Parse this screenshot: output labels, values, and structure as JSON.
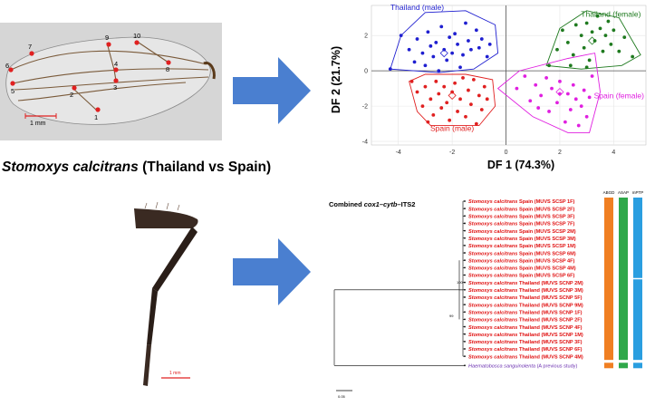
{
  "figure": {
    "title_species": "Stomoxys calcitrans",
    "title_comparison": "(Thailand vs Spain)"
  },
  "wing": {
    "landmarks": [
      "1",
      "2",
      "3",
      "4",
      "5",
      "6",
      "7",
      "8",
      "9",
      "10"
    ],
    "scale_label": "1 mm"
  },
  "leg": {
    "scale_label": "1 mm"
  },
  "colors": {
    "thailand_male": "#1f1fd0",
    "thailand_female": "#1f7a1f",
    "spain_male": "#e02020",
    "spain_female": "#e020e0",
    "arrow": "#4a7fd0",
    "abgd": "#f07f22",
    "asap": "#2fa84a",
    "mptp": "#2a9ee0",
    "tree_label": "#e01010",
    "outgroup_label": "#6a2fb0"
  },
  "chart_data": {
    "type": "scatter",
    "xlabel": "DF 1 (74.3%)",
    "ylabel": "DF 2 (21.7%)",
    "xlim": [
      -5,
      5.2
    ],
    "ylim": [
      -4.2,
      3.7
    ],
    "xticks": [
      -4,
      -2,
      0,
      2,
      4
    ],
    "yticks": [
      -4,
      -2,
      0,
      2
    ],
    "series": [
      {
        "name": "Thailand (male)",
        "color": "#1f1fd0",
        "points": [
          [
            -4.3,
            0.1
          ],
          [
            -3.9,
            2.0
          ],
          [
            -3.6,
            1.2
          ],
          [
            -3.4,
            0.5
          ],
          [
            -3.3,
            1.8
          ],
          [
            -3.1,
            1.0
          ],
          [
            -3.0,
            0.3
          ],
          [
            -2.9,
            2.2
          ],
          [
            -2.8,
            1.4
          ],
          [
            -2.7,
            0.8
          ],
          [
            -2.6,
            1.6
          ],
          [
            -2.4,
            2.5
          ],
          [
            -2.3,
            1.2
          ],
          [
            -2.2,
            0.6
          ],
          [
            -2.1,
            1.9
          ],
          [
            -2.0,
            1.0
          ],
          [
            -1.9,
            2.1
          ],
          [
            -1.8,
            1.5
          ],
          [
            -1.6,
            0.9
          ],
          [
            -1.5,
            2.7
          ],
          [
            -1.4,
            1.7
          ],
          [
            -1.3,
            1.2
          ],
          [
            -1.1,
            2.3
          ],
          [
            -1.0,
            1.3
          ],
          [
            -0.9,
            1.8
          ],
          [
            -0.7,
            0.8
          ],
          [
            -0.6,
            1.5
          ],
          [
            -2.5,
            0.0
          ],
          [
            -1.7,
            0.2
          ]
        ],
        "centroid": [
          -2.3,
          1.0
        ],
        "hull": [
          [
            -4.3,
            0.1
          ],
          [
            -3.9,
            2.0
          ],
          [
            -3.0,
            3.3
          ],
          [
            -1.5,
            3.4
          ],
          [
            -0.4,
            2.6
          ],
          [
            -0.3,
            1.0
          ],
          [
            -1.2,
            0.1
          ],
          [
            -2.5,
            -0.1
          ]
        ]
      },
      {
        "name": "Thailand (female)",
        "color": "#1f7a1f",
        "points": [
          [
            1.6,
            0.3
          ],
          [
            1.9,
            1.2
          ],
          [
            2.1,
            2.3
          ],
          [
            2.3,
            1.6
          ],
          [
            2.5,
            0.9
          ],
          [
            2.6,
            2.6
          ],
          [
            2.8,
            2.0
          ],
          [
            2.9,
            1.3
          ],
          [
            3.0,
            2.7
          ],
          [
            3.1,
            0.6
          ],
          [
            3.2,
            2.2
          ],
          [
            3.3,
            1.7
          ],
          [
            3.4,
            3.1
          ],
          [
            3.5,
            2.4
          ],
          [
            3.6,
            1.1
          ],
          [
            3.7,
            2.0
          ],
          [
            3.8,
            2.8
          ],
          [
            3.9,
            1.5
          ],
          [
            4.0,
            2.3
          ],
          [
            4.2,
            1.1
          ],
          [
            4.4,
            1.9
          ],
          [
            4.7,
            0.8
          ],
          [
            2.4,
            0.3
          ],
          [
            3.0,
            0.2
          ]
        ],
        "centroid": [
          3.2,
          1.7
        ],
        "hull": [
          [
            1.5,
            0.3
          ],
          [
            2.0,
            2.4
          ],
          [
            3.0,
            3.4
          ],
          [
            4.2,
            3.0
          ],
          [
            5.0,
            0.9
          ],
          [
            4.3,
            0.3
          ],
          [
            2.8,
            0.1
          ]
        ]
      },
      {
        "name": "Spain (male)",
        "color": "#e02020",
        "points": [
          [
            -3.5,
            -0.6
          ],
          [
            -3.3,
            -1.2
          ],
          [
            -3.1,
            -2.0
          ],
          [
            -3.0,
            -0.9
          ],
          [
            -2.8,
            -1.6
          ],
          [
            -2.7,
            -2.5
          ],
          [
            -2.6,
            -0.6
          ],
          [
            -2.5,
            -1.3
          ],
          [
            -2.4,
            -2.1
          ],
          [
            -2.3,
            -0.9
          ],
          [
            -2.2,
            -1.8
          ],
          [
            -2.1,
            -2.8
          ],
          [
            -2.0,
            -1.2
          ],
          [
            -1.9,
            -0.7
          ],
          [
            -1.8,
            -2.3
          ],
          [
            -1.7,
            -1.6
          ],
          [
            -1.6,
            -0.4
          ],
          [
            -1.5,
            -2.6
          ],
          [
            -1.4,
            -1.1
          ],
          [
            -1.3,
            -1.9
          ],
          [
            -1.2,
            -0.5
          ],
          [
            -1.0,
            -1.4
          ],
          [
            -0.9,
            -2.2
          ],
          [
            -0.8,
            -0.9
          ],
          [
            -0.7,
            -1.6
          ],
          [
            -1.1,
            -3.0
          ],
          [
            -2.9,
            -2.9
          ]
        ],
        "centroid": [
          -2.0,
          -1.4
        ],
        "hull": [
          [
            -3.6,
            -0.6
          ],
          [
            -3.3,
            -2.3
          ],
          [
            -2.8,
            -3.1
          ],
          [
            -1.0,
            -3.1
          ],
          [
            -0.4,
            -2.0
          ],
          [
            -0.5,
            -0.5
          ],
          [
            -1.5,
            -0.2
          ],
          [
            -3.0,
            -0.2
          ]
        ]
      },
      {
        "name": "Spain (female)",
        "color": "#e020e0",
        "points": [
          [
            0.4,
            -1.0
          ],
          [
            0.7,
            -0.3
          ],
          [
            0.9,
            -1.7
          ],
          [
            1.1,
            -0.8
          ],
          [
            1.3,
            -1.4
          ],
          [
            1.5,
            -0.4
          ],
          [
            1.6,
            -2.3
          ],
          [
            1.7,
            -1.0
          ],
          [
            1.9,
            -1.8
          ],
          [
            2.0,
            -0.6
          ],
          [
            2.2,
            -2.9
          ],
          [
            2.3,
            -1.3
          ],
          [
            2.4,
            -2.2
          ],
          [
            2.5,
            -0.8
          ],
          [
            2.6,
            -1.6
          ],
          [
            2.7,
            -3.1
          ],
          [
            2.8,
            -2.0
          ],
          [
            2.9,
            -1.1
          ],
          [
            3.0,
            -2.6
          ],
          [
            3.1,
            -1.5
          ],
          [
            3.2,
            -0.3
          ],
          [
            1.2,
            -2.1
          ],
          [
            2.0,
            -1.3
          ]
        ],
        "centroid": [
          2.0,
          -1.2
        ],
        "hull": [
          [
            -0.3,
            -1.0
          ],
          [
            0.5,
            0.0
          ],
          [
            2.3,
            0.7
          ],
          [
            3.3,
            1.0
          ],
          [
            3.5,
            -1.2
          ],
          [
            3.1,
            -3.5
          ],
          [
            2.3,
            -3.5
          ],
          [
            1.0,
            -2.6
          ]
        ]
      }
    ]
  },
  "tree": {
    "title_prefix": "Combined ",
    "title_genes": "cox1–cytb",
    "title_suffix": "–ITS2",
    "method_labels": [
      "ABGD",
      "ASAP",
      "mPTP"
    ],
    "node_labels": [
      "100",
      "99"
    ],
    "scale_label": "0.05",
    "species": "Stomoxys calcitrans",
    "outgroup_species": "Haematobosca sanguinolenta",
    "outgroup_note": " (A previous study)",
    "taxa": [
      " Spain (MUVS SCSP 1F)",
      " Spain (MUVS SCSP 2F)",
      " Spain (MUVS SCSP 3F)",
      " Spain (MUVS SCSP 7F)",
      " Spain (MUVS SCSP 2M)",
      " Spain (MUVS SCSP 3M)",
      " Spain (MUVS SCSP 1M)",
      " Spain (MUVS SCSP 6M)",
      " Spain (MUVS SCSP 4F)",
      " Spain (MUVS SCSP 4M)",
      " Spain (MUVS SCSP 6F)",
      " Thailand (MUVS SCNP 2M)",
      " Thailand (MUVS SCNP 3M)",
      " Thailand (MUVS SCNP 5F)",
      " Thailand (MUVS SCNP 9M)",
      " Thailand (MUVS SCNP 1F)",
      " Thailand (MUVS SCNP 2F)",
      " Thailand (MUVS SCNP 4F)",
      " Thailand (MUVS SCNP 1M)",
      " Thailand (MUVS SCNP 3F)",
      " Thailand (MUVS SCNP 6F)",
      " Thailand (MUVS SCNP 4M)"
    ]
  }
}
